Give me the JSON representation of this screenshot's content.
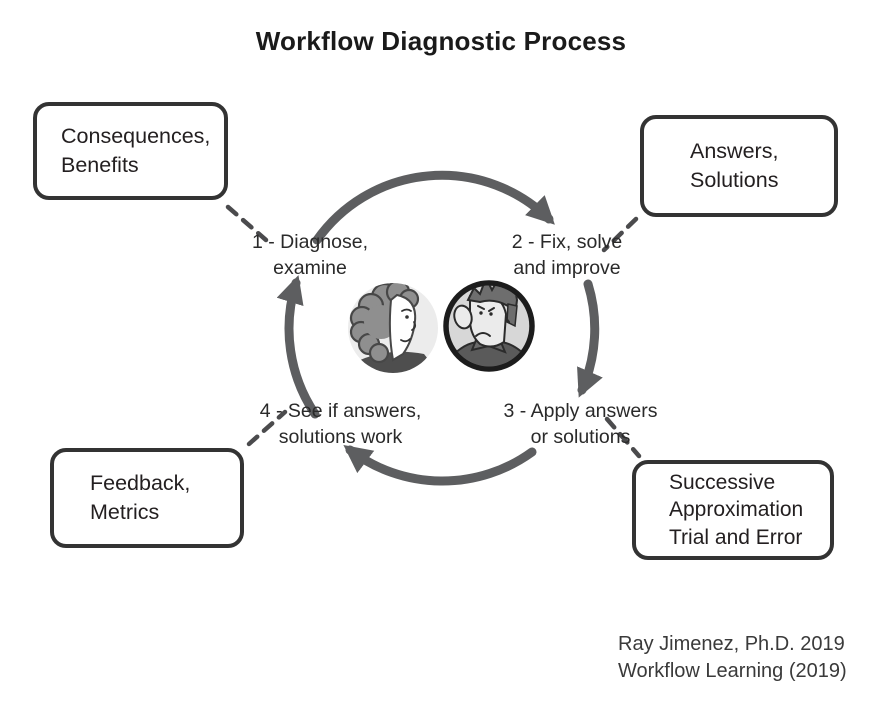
{
  "title": "Workflow Diagnostic Process",
  "boxes": {
    "top_left": {
      "lines": [
        "Consequences,",
        "Benefits"
      ]
    },
    "top_right": {
      "lines": [
        "Answers,",
        "Solutions"
      ]
    },
    "bottom_left": {
      "lines": [
        "Feedback,",
        "Metrics"
      ]
    },
    "bottom_right": {
      "lines": [
        "Successive",
        "Approximation",
        "Trial and Error"
      ]
    }
  },
  "steps": [
    {
      "lines": [
        "1 - Diagnose,",
        "examine"
      ]
    },
    {
      "lines": [
        "2 - Fix, solve",
        "and improve"
      ]
    },
    {
      "lines": [
        "3 - Apply answers",
        "or solutions"
      ]
    },
    {
      "lines": [
        "4 - See if answers,",
        "solutions work"
      ]
    }
  ],
  "attribution": {
    "line1": "Ray Jimenez, Ph.D. 2019",
    "line2": "Workflow Learning (2019)"
  },
  "icons": {
    "center_left": "woman-face-avatar",
    "center_right": "man-face-avatar"
  },
  "colors": {
    "arrow_gray": "#5d5e60",
    "connector_gray": "#4b4b4d",
    "box_border": "#333333",
    "text_dark": "#231f20",
    "attribution_gray": "#3a3a3a"
  }
}
